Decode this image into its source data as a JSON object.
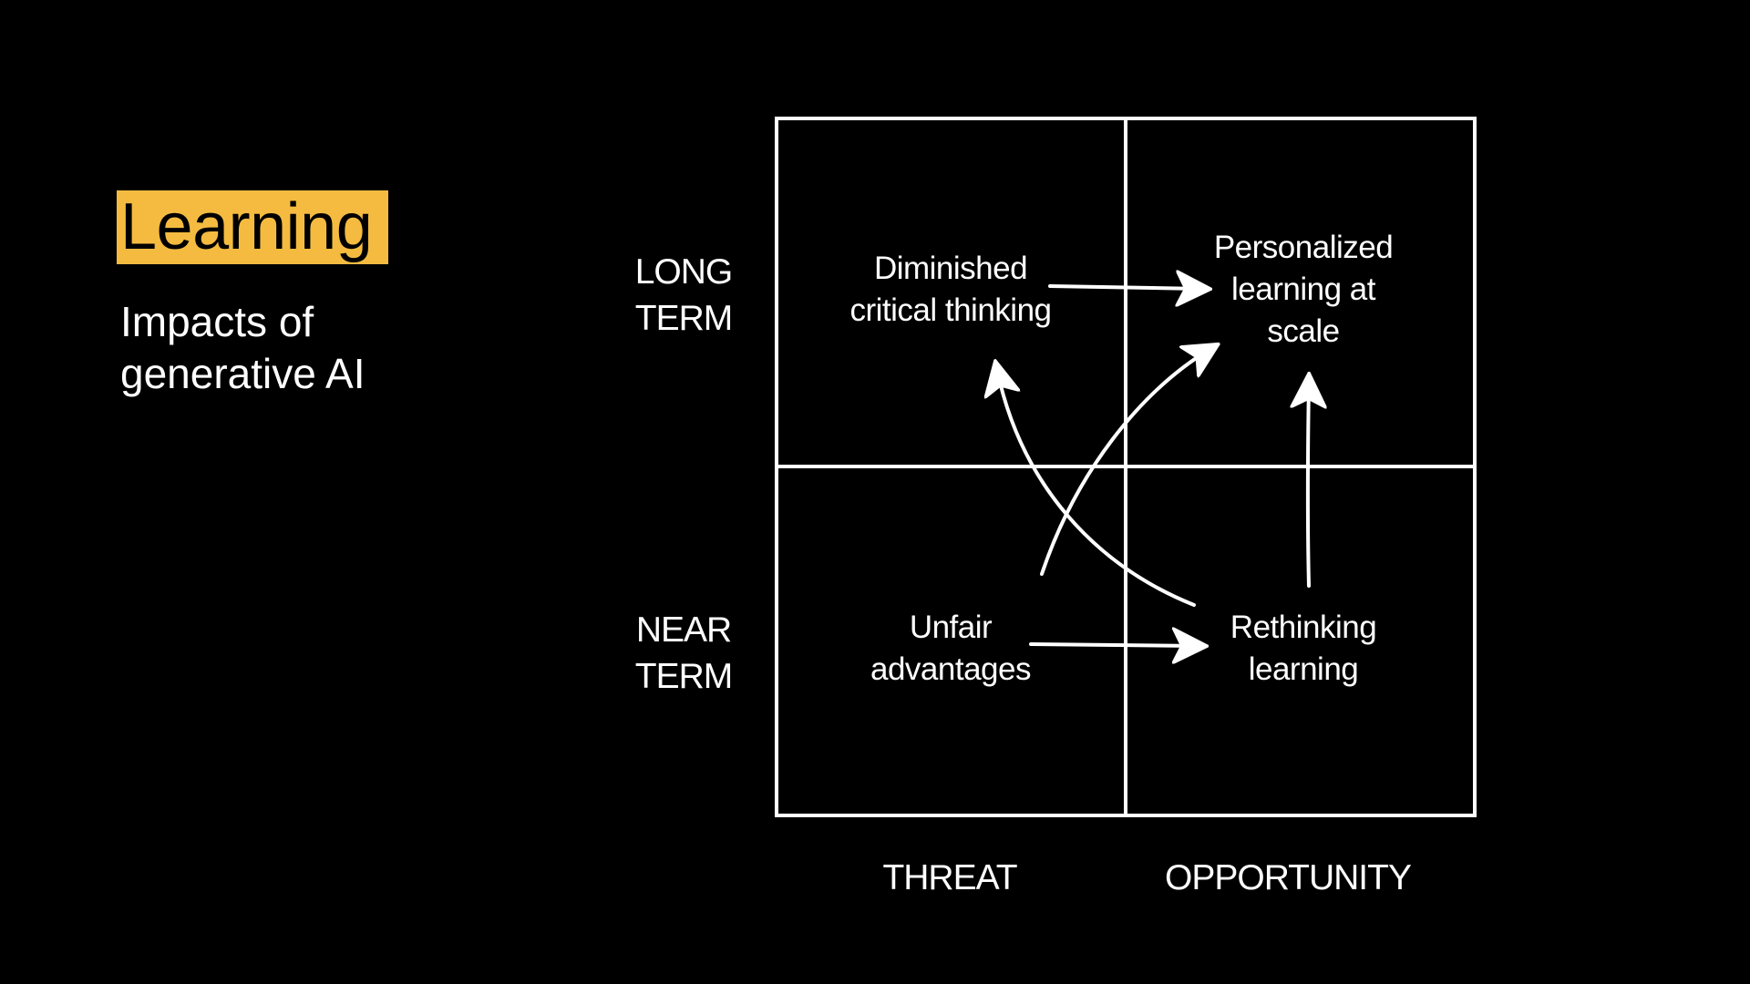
{
  "title": "Learning",
  "subtitle": [
    "Impacts of",
    "generative AI"
  ],
  "rows": {
    "long_term": [
      "LONG",
      "TERM"
    ],
    "near_term": [
      "NEAR",
      "TERM"
    ]
  },
  "columns": {
    "threat": "THREAT",
    "opportunity": "OPPORTUNITY"
  },
  "cells": {
    "long_threat": [
      "Diminished",
      "critical thinking"
    ],
    "long_opportunity": [
      "Personalized",
      "learning at",
      "scale"
    ],
    "near_threat": [
      "Unfair",
      "advantages"
    ],
    "near_opportunity": [
      "Rethinking",
      "learning"
    ]
  },
  "colors": {
    "background": "#000000",
    "accent": "#f4bb40",
    "foreground": "#ffffff"
  },
  "arrows": [
    {
      "from": "Diminished critical thinking",
      "to": "Personalized learning at scale"
    },
    {
      "from": "Unfair advantages",
      "to": "Rethinking learning"
    },
    {
      "from": "Rethinking learning",
      "to": "Personalized learning at scale"
    },
    {
      "from": "Rethinking learning",
      "to": "Diminished critical thinking"
    },
    {
      "from": "Unfair advantages",
      "to": "Personalized learning at scale"
    }
  ]
}
